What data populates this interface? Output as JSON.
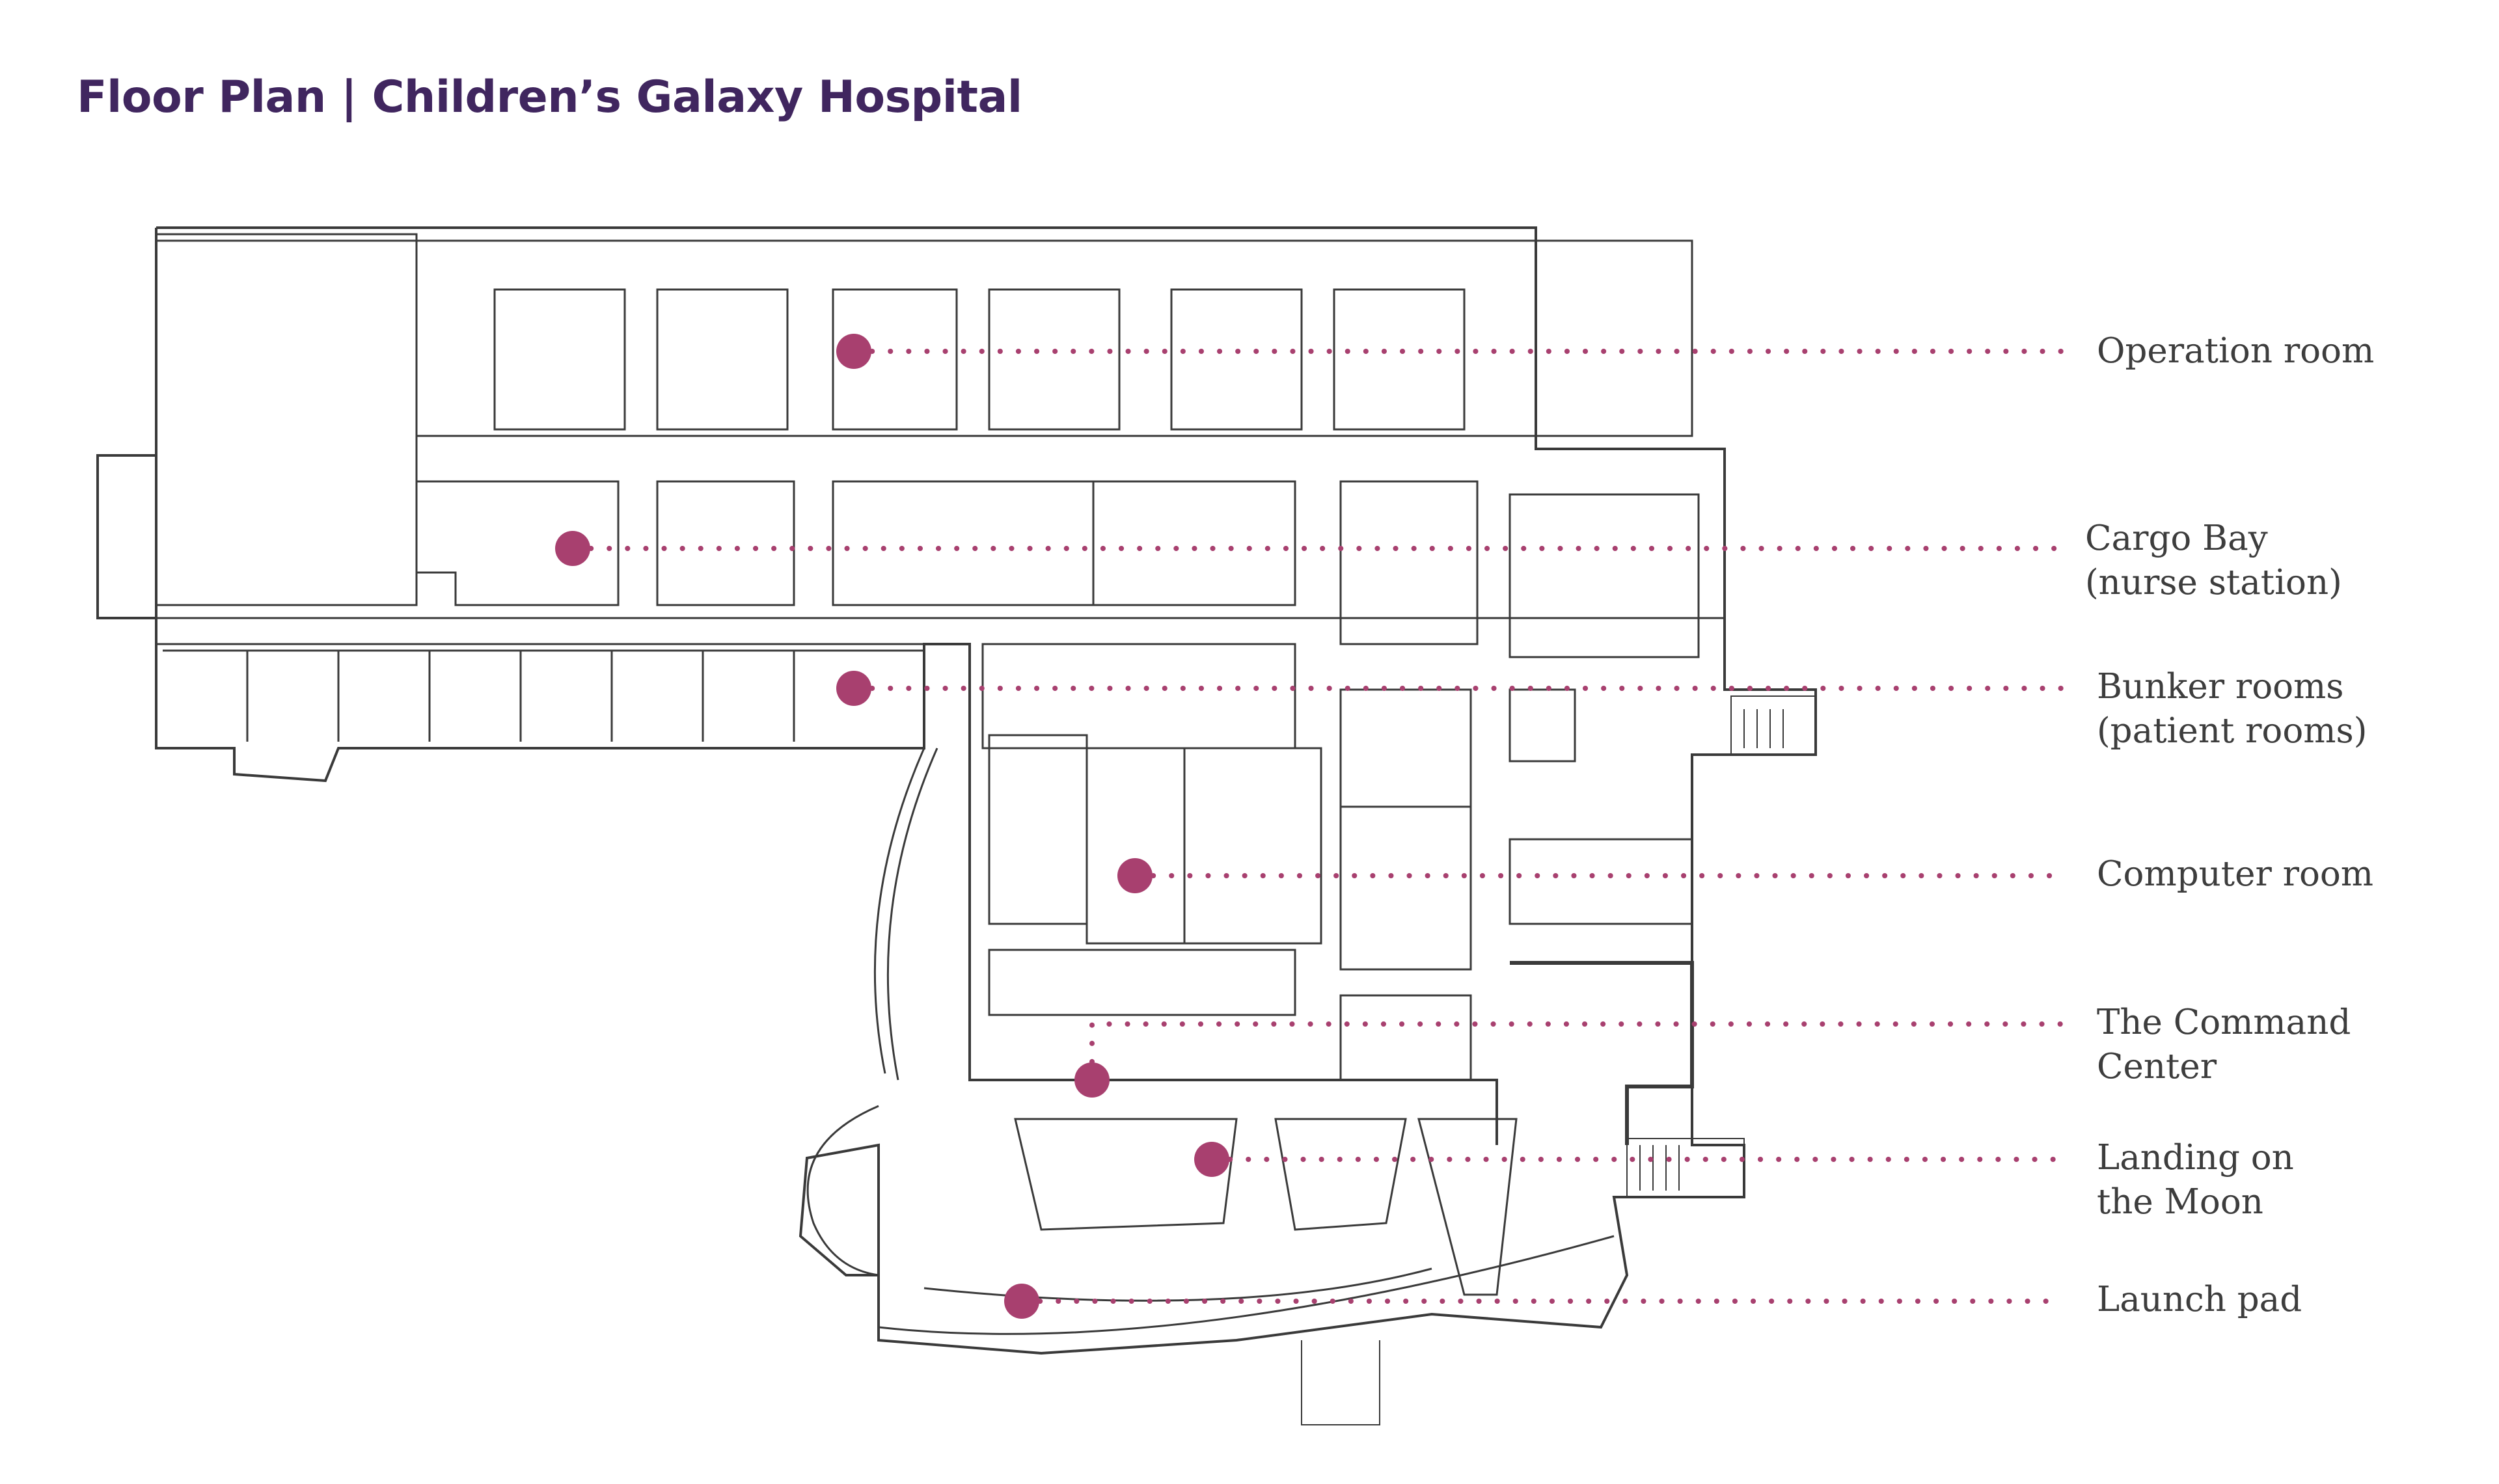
{
  "title": "Floor Plan | Children’s Galaxy Hospital",
  "accent_color": "#a8406f",
  "line_color": "#3a3a3a",
  "title_color": "#40265f",
  "callouts": [
    {
      "id": "operation-room",
      "lines": [
        "Operation room"
      ]
    },
    {
      "id": "cargo-bay",
      "lines": [
        "Cargo Bay",
        "(nurse station)"
      ]
    },
    {
      "id": "bunker-rooms",
      "lines": [
        "Bunker rooms",
        "(patient rooms)"
      ]
    },
    {
      "id": "computer-room",
      "lines": [
        "Computer room"
      ]
    },
    {
      "id": "command-center",
      "lines": [
        "The Command",
        "Center"
      ]
    },
    {
      "id": "landing-on-the-moon",
      "lines": [
        "Landing on",
        "the Moon"
      ]
    },
    {
      "id": "launch-pad",
      "lines": [
        "Launch pad"
      ]
    }
  ]
}
